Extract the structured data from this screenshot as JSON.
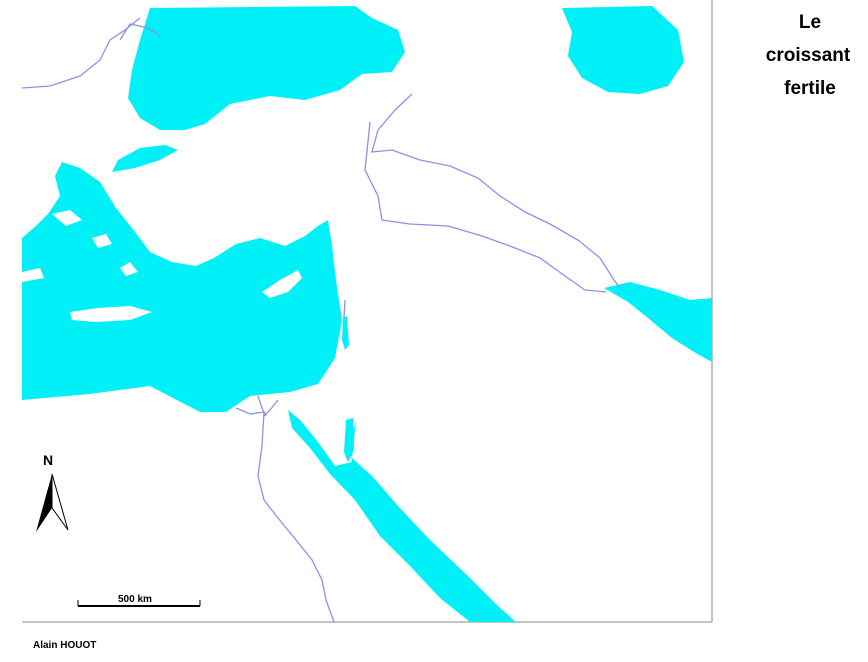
{
  "title": {
    "line1": "Le",
    "line2": "croissant",
    "line3": "fertile"
  },
  "scale_bar": {
    "label": "500 km"
  },
  "north_arrow": {
    "label": "N"
  },
  "credit": "Alain HOUOT",
  "colors": {
    "water": "#00f0f8",
    "river": "#8f8fe8",
    "frame": "#888888",
    "land": "#ffffff",
    "text": "#000000"
  },
  "icons": {
    "north_arrow": "north-arrow-icon"
  }
}
